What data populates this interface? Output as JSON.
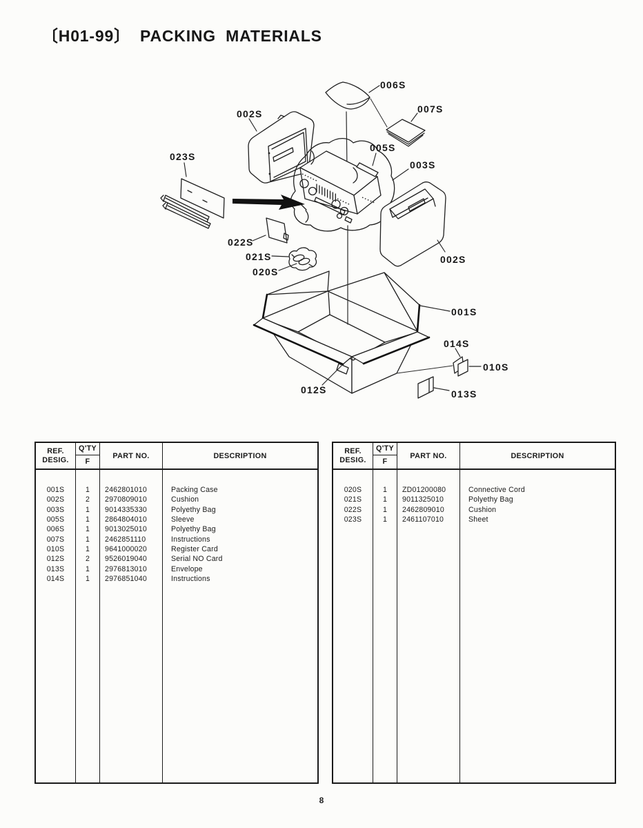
{
  "page": {
    "title": "〔H01-99〕 PACKING MATERIALS",
    "page_number": "8"
  },
  "diagram": {
    "labels": [
      {
        "text": "006S"
      },
      {
        "text": "007S"
      },
      {
        "text": "002S"
      },
      {
        "text": "023S"
      },
      {
        "text": "005S"
      },
      {
        "text": "003S"
      },
      {
        "text": "022S"
      },
      {
        "text": "021S"
      },
      {
        "text": "020S"
      },
      {
        "text": "002S"
      },
      {
        "text": "001S"
      },
      {
        "text": "014S"
      },
      {
        "text": "010S"
      },
      {
        "text": "012S"
      },
      {
        "text": "013S"
      }
    ]
  },
  "table": {
    "headers": {
      "ref_line1": "REF.",
      "ref_line2": "DESIG.",
      "qty": "Q'TY",
      "qty_sub": "F",
      "part": "PART NO.",
      "desc": "DESCRIPTION"
    },
    "left_rows": [
      {
        "ref": "001S",
        "qty": "1",
        "part": "2462801010",
        "desc": "Packing Case"
      },
      {
        "ref": "002S",
        "qty": "2",
        "part": "2970809010",
        "desc": "Cushion"
      },
      {
        "ref": "003S",
        "qty": "1",
        "part": "9014335330",
        "desc": "Polyethy Bag"
      },
      {
        "ref": "005S",
        "qty": "1",
        "part": "2864804010",
        "desc": "Sleeve"
      },
      {
        "ref": "006S",
        "qty": "1",
        "part": "9013025010",
        "desc": "Polyethy Bag"
      },
      {
        "ref": "007S",
        "qty": "1",
        "part": "2462851110",
        "desc": "Instructions"
      },
      {
        "ref": "010S",
        "qty": "1",
        "part": "9641000020",
        "desc": "Register Card"
      },
      {
        "ref": "012S",
        "qty": "2",
        "part": "9526019040",
        "desc": "Serial NO Card"
      },
      {
        "ref": "013S",
        "qty": "1",
        "part": "2976813010",
        "desc": "Envelope"
      },
      {
        "ref": "014S",
        "qty": "1",
        "part": "2976851040",
        "desc": "Instructions"
      }
    ],
    "right_rows": [
      {
        "ref": "020S",
        "qty": "1",
        "part": "ZD01200080",
        "desc": "Connective Cord"
      },
      {
        "ref": "021S",
        "qty": "1",
        "part": "9011325010",
        "desc": "Polyethy Bag"
      },
      {
        "ref": "022S",
        "qty": "1",
        "part": "2462809010",
        "desc": "Cushion"
      },
      {
        "ref": "023S",
        "qty": "1",
        "part": "2461107010",
        "desc": "Sheet"
      }
    ]
  }
}
